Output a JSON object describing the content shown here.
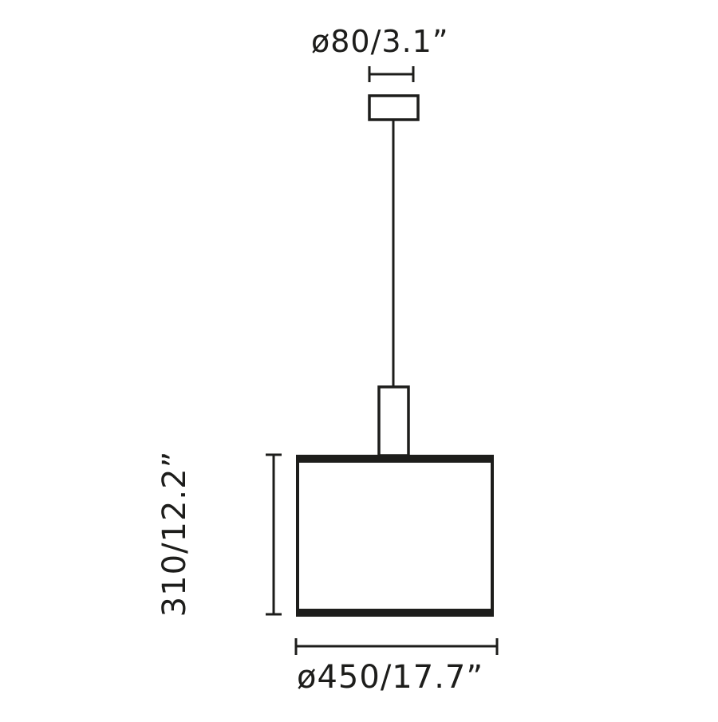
{
  "diagram": {
    "type": "dimension-drawing",
    "subject": "pendant lamp with cylindrical shade",
    "stroke_color": "#1d1d1b",
    "background": "#ffffff",
    "dimensions": {
      "canopy_diameter": "ø80/3.1”",
      "shade_height": "310/12.2”",
      "shade_diameter": "ø450/17.7”"
    }
  }
}
